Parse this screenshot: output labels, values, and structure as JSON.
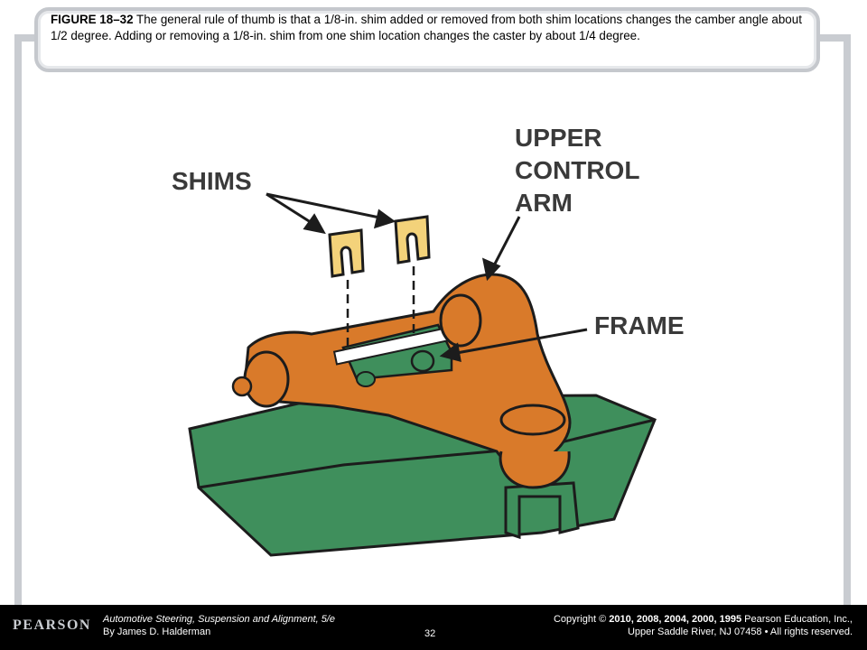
{
  "caption": {
    "figure_label": "FIGURE 18–32",
    "text": " The general rule of thumb is that a 1/8-in. shim added or removed from both shim locations changes the camber angle about 1/2 degree. Adding or removing a 1/8-in. shim from one shim location changes the caster by about 1/4 degree."
  },
  "illustration": {
    "label_shims": "SHIMS",
    "label_upper_1": "UPPER",
    "label_upper_2": "CONTROL",
    "label_upper_3": "ARM",
    "label_frame": "FRAME"
  },
  "footer": {
    "logo": "PEARSON",
    "book_title": "Automotive Steering, Suspension and Alignment",
    "book_edition": ", 5/e",
    "author": "By James D. Halderman",
    "page": "32",
    "copyright_prefix": "Copyright © ",
    "copyright_years": "2010, 2008, 2004, 2000, 1995",
    "copyright_holder": " Pearson Education, Inc.,",
    "copyright_line2": "Upper Saddle River, NJ 07458 • All rights reserved."
  },
  "colors": {
    "arm": "#d97a2a",
    "frame_green": "#3f8f5c",
    "shim": "#f3d27a"
  }
}
